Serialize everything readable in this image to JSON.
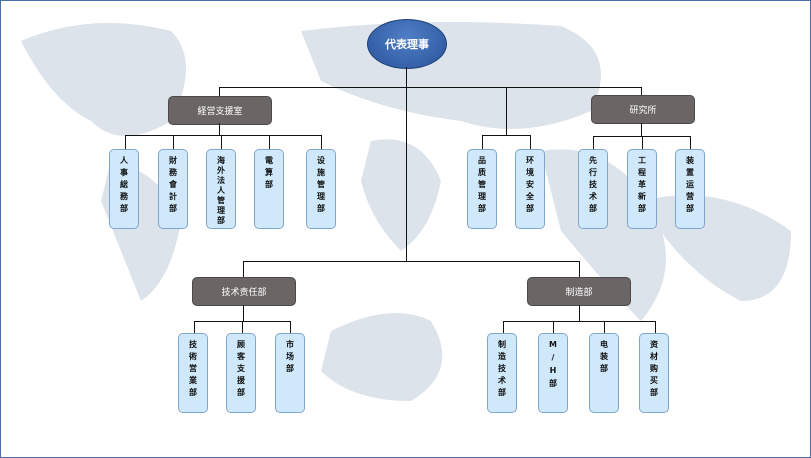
{
  "ceo": "代表理事",
  "depts": [
    {
      "label": "経営支援室",
      "units": [
        "人事総務部",
        "財務會計部",
        "海外法人管理部",
        "電算部",
        "设施管理部"
      ]
    },
    {
      "label": "研究所",
      "units": [
        "先行技术部",
        "工程革新部",
        "装置运营部"
      ]
    },
    {
      "label": "技术责任部",
      "units": [
        "技術営業部",
        "顾客支援部",
        "市场部"
      ]
    },
    {
      "label": "制造部",
      "units": [
        "制造技术部",
        "M/H部",
        "电装部",
        "资材购买部"
      ]
    }
  ],
  "direct_units": [
    "品质管理部",
    "环境安全部"
  ],
  "colors": {
    "ceo": "#2a539b",
    "dept": "#6b6665",
    "unit": "#cfe9fb",
    "map": "#dde3ea"
  }
}
